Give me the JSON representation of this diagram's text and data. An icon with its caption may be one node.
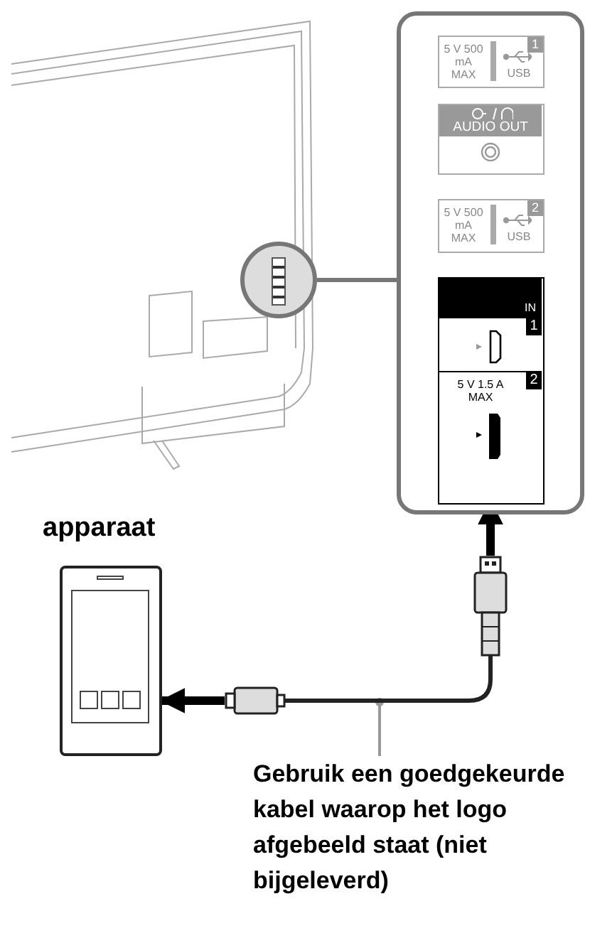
{
  "diagram": {
    "nodes": [
      {
        "text": [],
        "shape": "circle"
      },
      {
        "text": [],
        "shape": "box"
      },
      {
        "text": [
          "5 V 500 mA MAX",
          "USB",
          "1"
        ],
        "in": 1
      },
      {
        "text": [
          "AUDIO OUT"
        ],
        "in": 1
      },
      {
        "text": [
          "5 V 500 mA MAX",
          "USB",
          "2"
        ],
        "in": 1
      },
      {
        "text": [
          "IN"
        ],
        "in": 1
      },
      {
        "text": [
          "1"
        ],
        "in": 5
      },
      {
        "text": [
          "5 V 1.5 A MAX",
          "2"
        ],
        "in": 5
      },
      {
        "text": [
          "apparaat"
        ]
      },
      {
        "text": [
          "Gebruik een goedgekeurde kabel waarop het logo afgebeeld staat (niet bijgeleverd)"
        ]
      },
      {
        "text": [],
        "shape": "cable"
      }
    ],
    "edges": [
      {
        "from": 0,
        "to": 1,
        "arrow": "none",
        "color": "#777777"
      },
      {
        "from": 10,
        "to": 7,
        "arrow": "to",
        "style": "thick"
      },
      {
        "from": 10,
        "to": 8,
        "arrow": "to",
        "style": "thick"
      },
      {
        "from": 9,
        "to": 10,
        "arrow": "other",
        "color": "#999999"
      }
    ]
  }
}
